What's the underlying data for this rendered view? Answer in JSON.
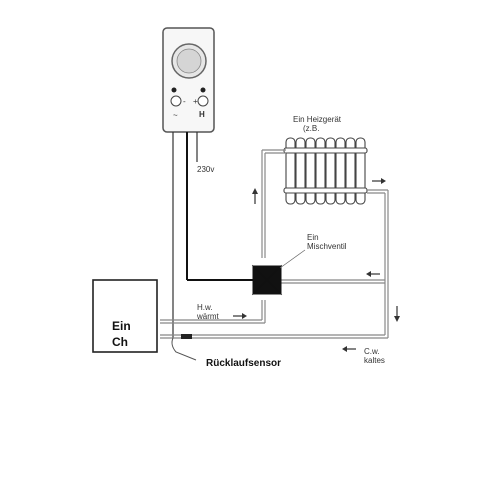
{
  "controller": {
    "minus_label": "-",
    "plus_label": "+",
    "left_dial_label": "~",
    "right_dial_label": "H"
  },
  "labels": {
    "voltage": "230v",
    "radiator_line1": "Ein Heizgerät",
    "radiator_line2": "(z.B.",
    "valve_line1": "Ein",
    "valve_line2": "Mischventil",
    "hot_line1": "H.w.",
    "hot_line2": "wärmt",
    "cold_line1": "C.w.",
    "cold_line2": "kaltes",
    "sensor": "Rücklaufsensor",
    "boiler_line1": "Ein",
    "boiler_line2": "Ch"
  },
  "colors": {
    "line": "#222222",
    "pipe": "#888888",
    "panel_fill": "#f7f7f7"
  }
}
